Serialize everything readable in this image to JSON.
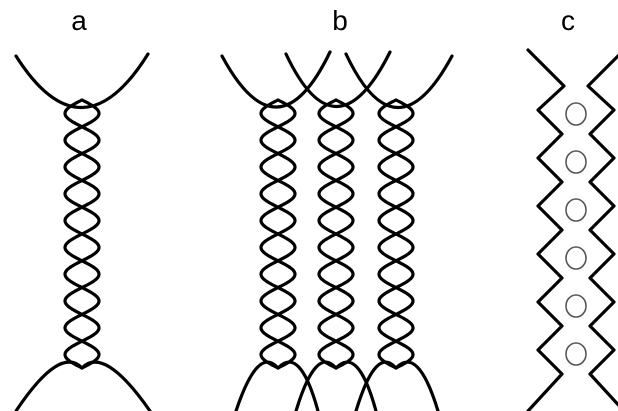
{
  "panels": [
    {
      "label": "a",
      "type": "single-twisted-helix"
    },
    {
      "label": "b",
      "type": "triple-twisted-helix"
    },
    {
      "label": "c",
      "type": "zigzag-chain-with-beads"
    }
  ],
  "colors": {
    "strand": "#000000",
    "bead_outline": "#555555",
    "background": "#ffffff"
  }
}
